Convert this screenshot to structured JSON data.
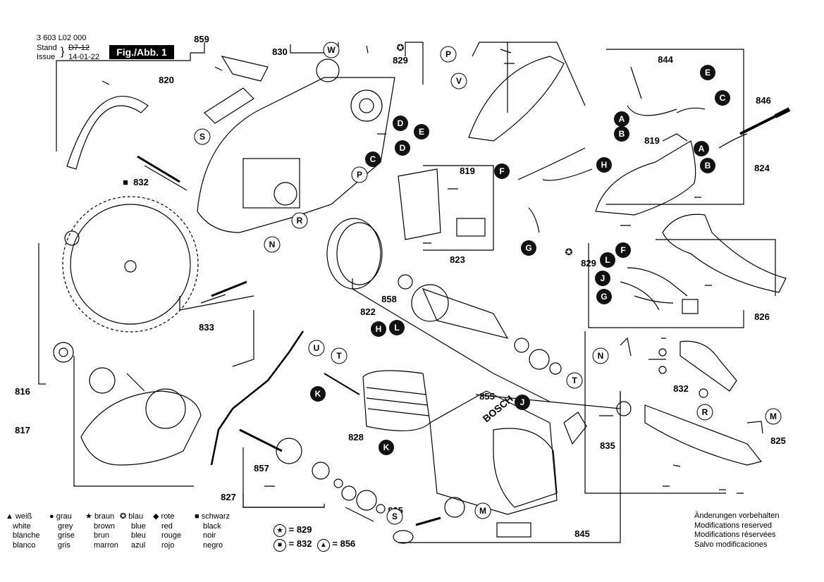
{
  "header": {
    "doc_number": "3 603 L02 000",
    "stand_label": "Stand",
    "issue_label": "Issue",
    "stand_struck": "D7-12",
    "issue_value": "14-01-22",
    "figure_label": "Fig./Abb. 1"
  },
  "part_numbers": {
    "p859": "859",
    "p830": "830",
    "p829a": "829",
    "p820": "820",
    "p844": "844",
    "p846": "846",
    "p832a": "832",
    "p819a": "819",
    "p819b": "819",
    "p824": "824",
    "p823": "823",
    "p829b": "829",
    "p858": "858",
    "p822": "822",
    "p826": "826",
    "p833": "833",
    "p816": "816",
    "p817": "817",
    "p855": "855",
    "p832b": "832",
    "p828": "828",
    "p835a": "835",
    "p825": "825",
    "p857": "857",
    "p827": "827",
    "p835b": "835",
    "p845": "845"
  },
  "letters": {
    "W": "W",
    "P": "P",
    "V": "V",
    "S": "S",
    "R": "R",
    "N": "N",
    "U": "U",
    "T": "T",
    "M": "M",
    "C": "C",
    "D": "D",
    "E": "E",
    "A": "A",
    "B": "B",
    "F": "F",
    "G": "G",
    "H": "H",
    "J": "J",
    "K": "K",
    "L": "L"
  },
  "legend": {
    "columns": [
      {
        "symbol": "▲",
        "words": [
          "weiß",
          "white",
          "blanche",
          "blanco"
        ]
      },
      {
        "symbol": "●",
        "words": [
          "grau",
          "grey",
          "grise",
          "gris"
        ]
      },
      {
        "symbol": "★",
        "words": [
          "braun",
          "brown",
          "brun",
          "marron"
        ]
      },
      {
        "symbol": "✪",
        "words": [
          "blau",
          "blue",
          "bleu",
          "azul"
        ]
      },
      {
        "symbol": "◆",
        "words": [
          "rote",
          "red",
          "rouge",
          "rojo"
        ]
      },
      {
        "symbol": "■",
        "words": [
          "schwarz",
          "black",
          "noir",
          "negro"
        ]
      }
    ]
  },
  "keys": {
    "k829": "= 829",
    "k832": "= 832",
    "k856": "= 856"
  },
  "notes": [
    "Änderungen vorbehalten",
    "Modifications reserved",
    "Modifications réservées",
    "Salvo modificaciones"
  ],
  "brand_mark": "BOSCH"
}
